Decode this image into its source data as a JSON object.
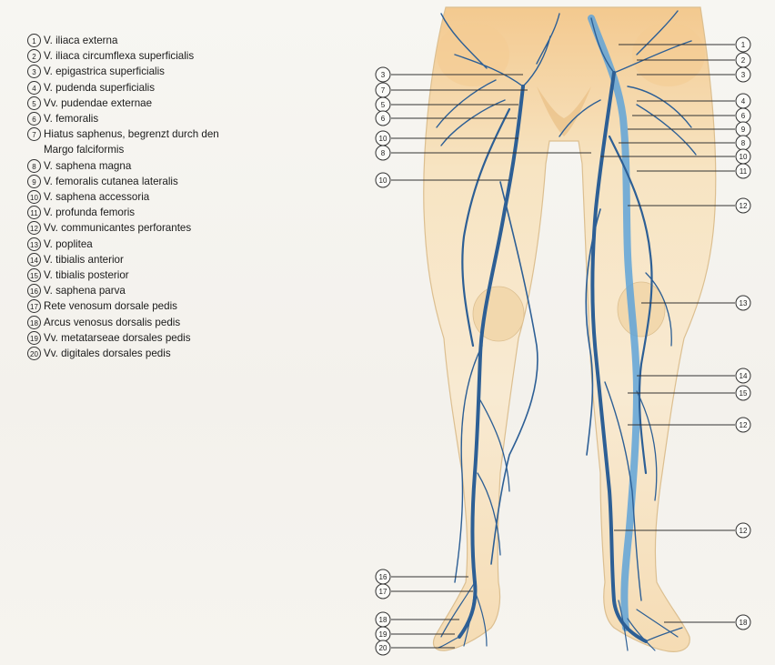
{
  "legend": [
    {
      "num": "1",
      "text": "V. iliaca externa"
    },
    {
      "num": "2",
      "text": "V. iliaca circumflexa superficialis"
    },
    {
      "num": "3",
      "text": "V. epigastrica superficialis"
    },
    {
      "num": "4",
      "text": "V. pudenda superficialis"
    },
    {
      "num": "5",
      "text": "Vv. pudendae externae"
    },
    {
      "num": "6",
      "text": "V. femoralis"
    },
    {
      "num": "7",
      "text": "Hiatus saphenus, begrenzt durch den\nMargo falciformis"
    },
    {
      "num": "8",
      "text": "V. saphena magna"
    },
    {
      "num": "9",
      "text": "V. femoralis cutanea lateralis"
    },
    {
      "num": "10",
      "text": "V. saphena accessoria"
    },
    {
      "num": "11",
      "text": "V. profunda femoris"
    },
    {
      "num": "12",
      "text": "Vv. communicantes perforantes"
    },
    {
      "num": "13",
      "text": "V. poplitea"
    },
    {
      "num": "14",
      "text": "V. tibialis anterior"
    },
    {
      "num": "15",
      "text": "V. tibialis posterior"
    },
    {
      "num": "16",
      "text": "V. saphena parva"
    },
    {
      "num": "17",
      "text": "Rete venosum dorsale pedis"
    },
    {
      "num": "18",
      "text": "Arcus venosus dorsalis pedis"
    },
    {
      "num": "19",
      "text": "Vv. metatarseae dorsales pedis"
    },
    {
      "num": "20",
      "text": "Vv. digitales dorsales pedis"
    }
  ],
  "callouts_left": [
    "3",
    "7",
    "5",
    "6",
    "10",
    "8",
    "10",
    "16",
    "17",
    "18",
    "19",
    "20"
  ],
  "callouts_right": [
    "1",
    "2",
    "3",
    "4",
    "6",
    "9",
    "8",
    "10",
    "11",
    "12",
    "13",
    "14",
    "15",
    "12",
    "12",
    "18"
  ],
  "colors": {
    "vein": "#2d5f95",
    "deep_vein": "#5fa3d8",
    "skin": "#f6dfb5",
    "skin_shadow": "#e8b878",
    "outline": "#d9b98a"
  }
}
